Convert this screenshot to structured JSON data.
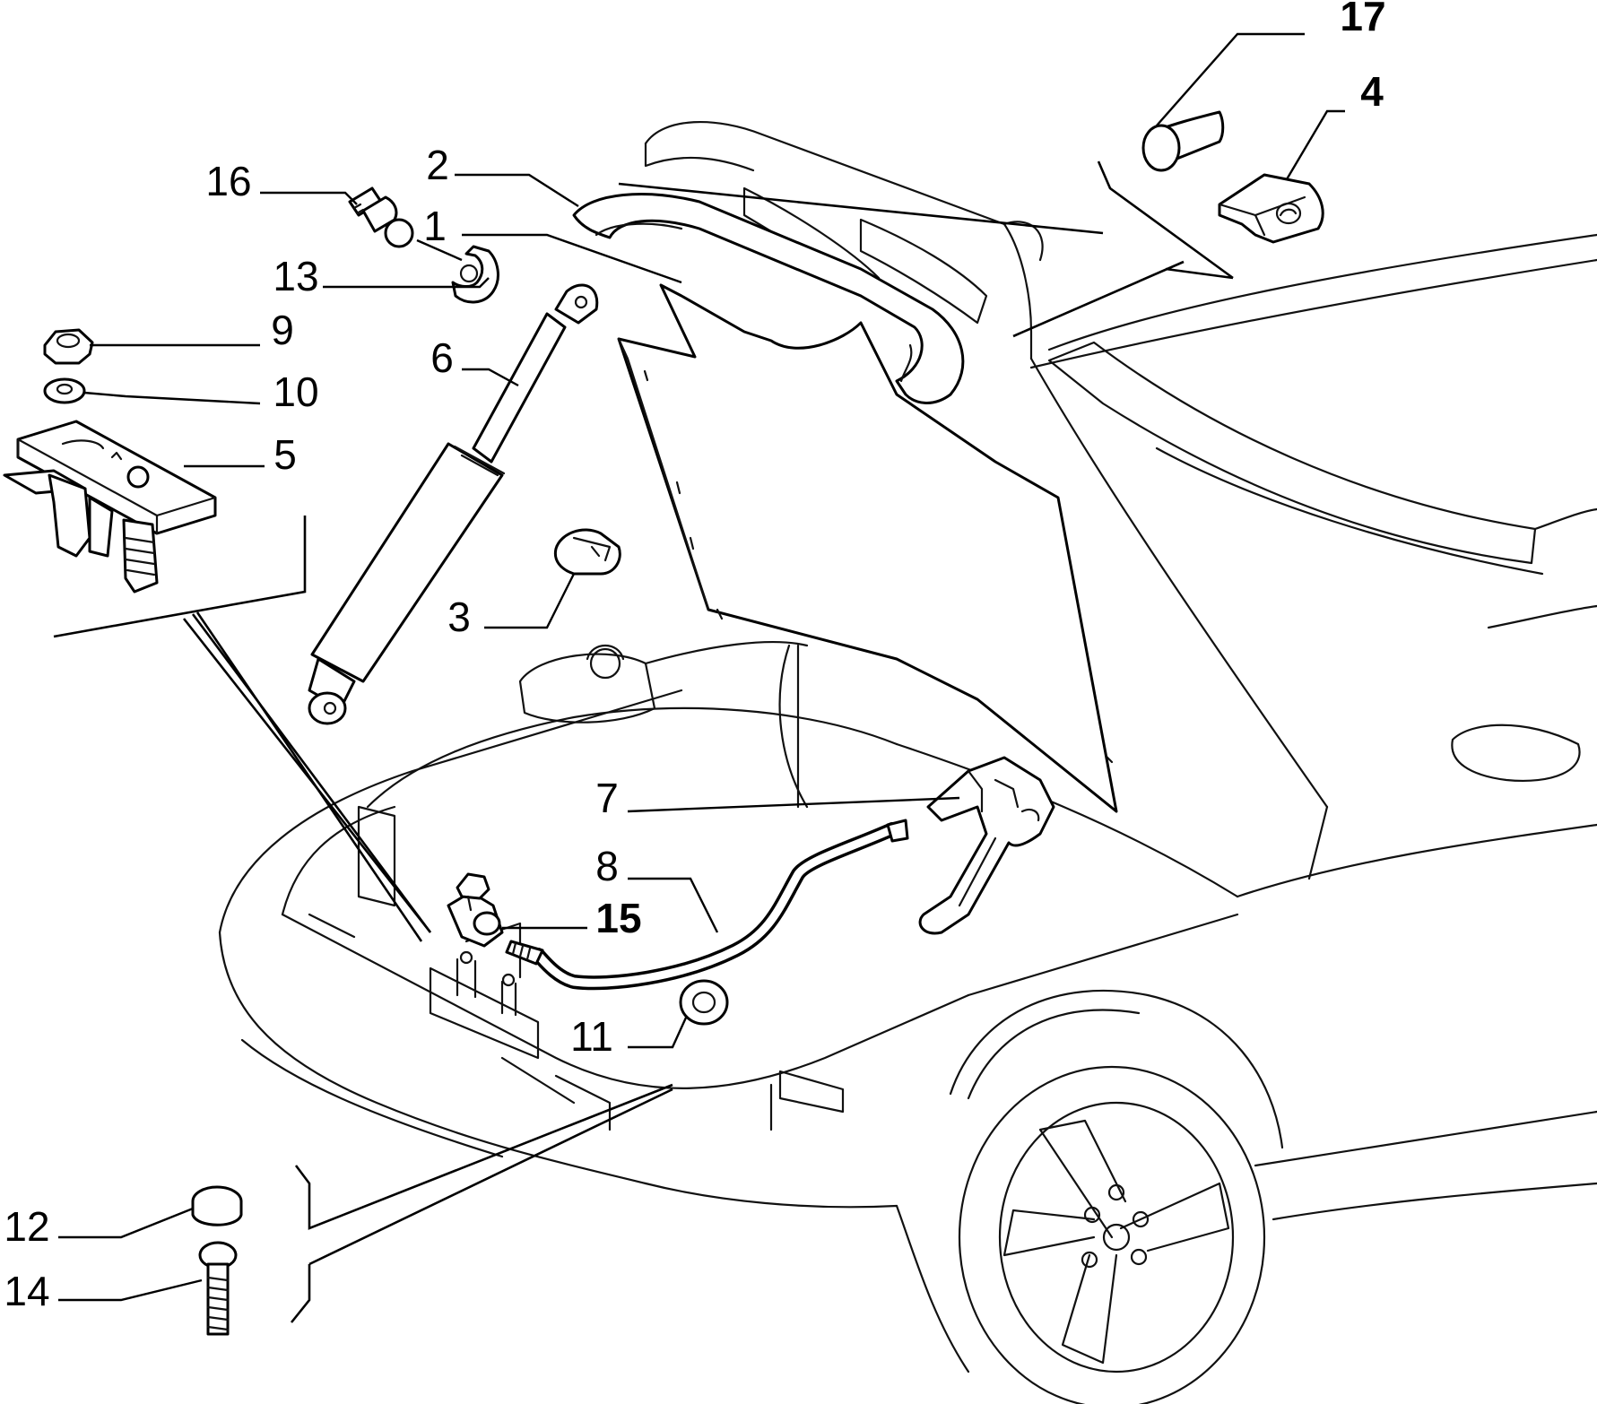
{
  "callouts": [
    {
      "id": "17",
      "label": "17",
      "bold": true
    },
    {
      "id": "4",
      "label": "4",
      "bold": true
    },
    {
      "id": "2",
      "label": "2",
      "bold": false
    },
    {
      "id": "16",
      "label": "16",
      "bold": false
    },
    {
      "id": "1",
      "label": "1",
      "bold": false
    },
    {
      "id": "13",
      "label": "13",
      "bold": false
    },
    {
      "id": "9",
      "label": "9",
      "bold": false
    },
    {
      "id": "6",
      "label": "6",
      "bold": false
    },
    {
      "id": "10",
      "label": "10",
      "bold": false
    },
    {
      "id": "5",
      "label": "5",
      "bold": false
    },
    {
      "id": "3",
      "label": "3",
      "bold": false
    },
    {
      "id": "7",
      "label": "7",
      "bold": false
    },
    {
      "id": "8",
      "label": "8",
      "bold": false
    },
    {
      "id": "15",
      "label": "15",
      "bold": true
    },
    {
      "id": "11",
      "label": "11",
      "bold": false
    },
    {
      "id": "12",
      "label": "12",
      "bold": false
    },
    {
      "id": "14",
      "label": "14",
      "bold": false
    }
  ]
}
